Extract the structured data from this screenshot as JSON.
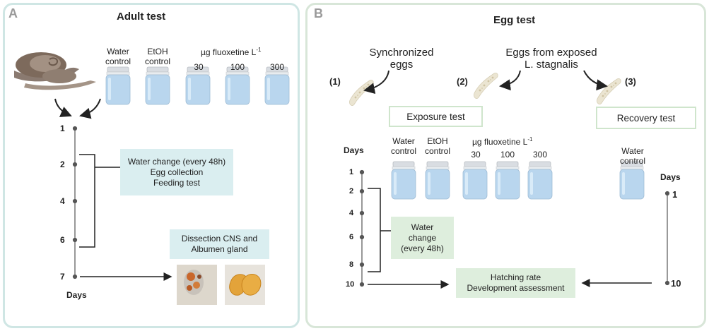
{
  "panelA": {
    "letter": "A",
    "title": "Adult test",
    "water_control": [
      "Water",
      "control"
    ],
    "etoh_control": [
      "EtOH",
      "control"
    ],
    "fluoxetine_label": "µg fluoxetine L",
    "fluoxetine_sup": "-1",
    "concentrations": [
      "30",
      "100",
      "300"
    ],
    "days": [
      "1",
      "2",
      "4",
      "6",
      "7"
    ],
    "days_label": "Days",
    "box_water_change": [
      "Water change (every 48h)",
      "Egg collection",
      "Feeding test"
    ],
    "box_dissection": [
      "Dissection CNS and",
      "Albumen gland"
    ]
  },
  "panelB": {
    "letter": "B",
    "title": "Egg test",
    "sync_eggs": [
      "Synchronized",
      "eggs"
    ],
    "exposed_eggs": [
      "Eggs from exposed",
      "L. stagnalis"
    ],
    "markers": [
      "(1)",
      "(2)",
      "(3)"
    ],
    "exposure_test": "Exposure test",
    "recovery_test": "Recovery test",
    "water_control": [
      "Water",
      "control"
    ],
    "etoh_control": [
      "EtOH",
      "control"
    ],
    "fluoxetine_label": "µg fluoxetine L",
    "fluoxetine_sup": "-1",
    "concentrations": [
      "30",
      "100",
      "300"
    ],
    "days_label": "Days",
    "days_left": [
      "1",
      "2",
      "4",
      "6",
      "8",
      "10"
    ],
    "recovery_water_control": [
      "Water",
      "control"
    ],
    "days_right": [
      "1",
      "10"
    ],
    "box_water_change": [
      "Water",
      "change",
      "(every 48h)"
    ],
    "box_hatching": [
      "Hatching rate",
      "Development assessment"
    ]
  },
  "colors": {
    "panelA_border": "#cfe6e4",
    "panelB_border": "#d8e6d8",
    "jar_water": "#b9d6ee",
    "teal_box": "#daeef0",
    "green_box": "#deeedd"
  }
}
